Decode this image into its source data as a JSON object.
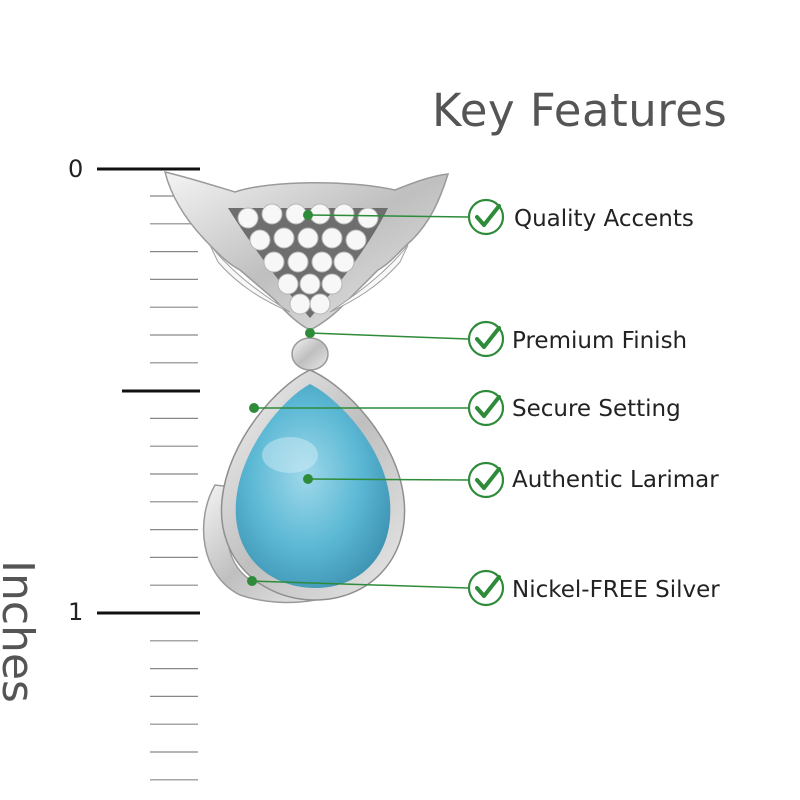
{
  "heading": "Key Features",
  "ruler": {
    "axis_label": "Inches",
    "start_label": "0",
    "end_label": "1"
  },
  "features": [
    {
      "label": "Quality Accents"
    },
    {
      "label": "Premium Finish"
    },
    {
      "label": "Secure Setting"
    },
    {
      "label": "Authentic Larimar"
    },
    {
      "label": "Nickel-FREE Silver"
    }
  ],
  "colors": {
    "heading": "#555555",
    "callout": "#2e8b3a",
    "gem": "#5bb8d4",
    "silver": "#c8c8c8"
  },
  "icons": {
    "feature_marker": "check-circle-icon",
    "product": "fox-pendant"
  }
}
